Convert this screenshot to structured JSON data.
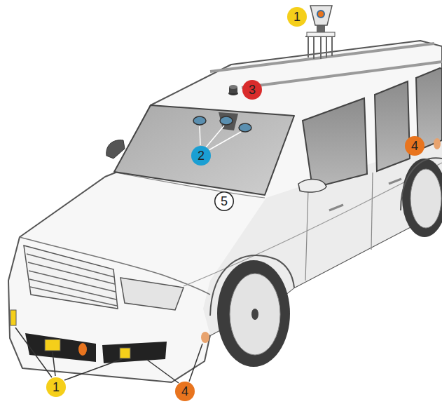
{
  "diagram": {
    "nodes": [
      {
        "text": [
          "1"
        ]
      },
      {
        "text": [
          "3"
        ]
      },
      {
        "text": [
          "4"
        ]
      },
      {
        "text": [
          "2"
        ]
      },
      {
        "text": [
          "5"
        ]
      },
      {
        "text": [
          "1"
        ]
      },
      {
        "text": [
          "4"
        ]
      }
    ]
  }
}
